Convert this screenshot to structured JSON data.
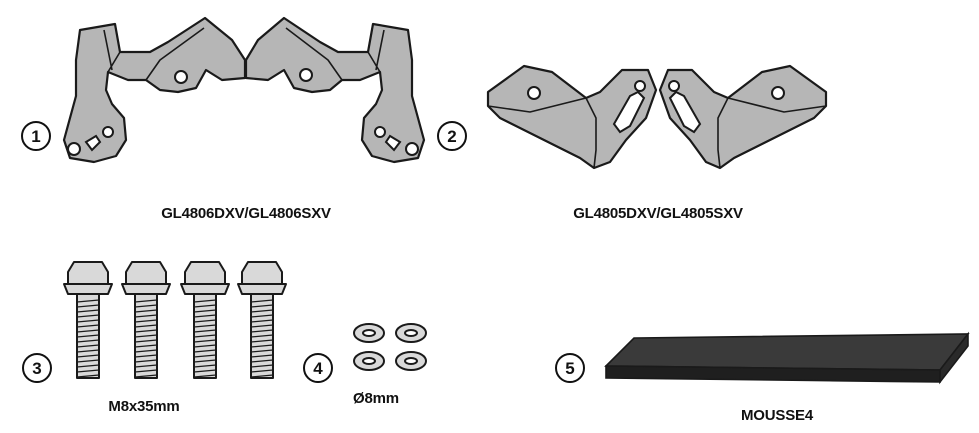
{
  "items": [
    {
      "number": "1"
    },
    {
      "number": "2"
    },
    {
      "number": "3"
    },
    {
      "number": "4"
    },
    {
      "number": "5"
    }
  ],
  "labels": {
    "bracket_pair_large": "GL4806DXV/GL4806SXV",
    "bracket_pair_small": "GL4805DXV/GL4805SXV",
    "bolts": "M8x35mm",
    "washers": "Ø8mm",
    "foam": "MOUSSE4"
  },
  "colors": {
    "part_fill": "#b6b6b6",
    "outline": "#1a1a1a",
    "foam_fill": "#3a3a3a"
  }
}
